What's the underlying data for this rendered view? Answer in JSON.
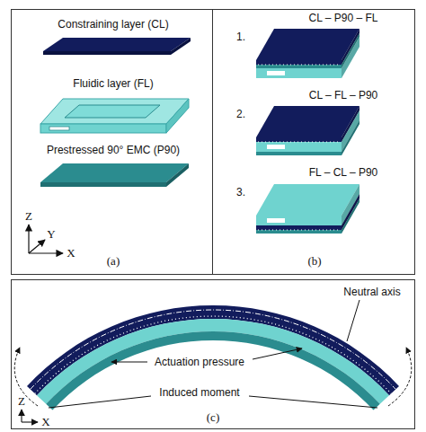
{
  "diagram": {
    "labels": [
      "Constraining layer (CL)",
      "Fluidic layer (FL)",
      "Prestressed 90° EMC (P90)",
      "Z",
      "Y",
      "X",
      "(a)",
      "1.",
      "CL – P90 – FL",
      "2.",
      "CL – FL – P90",
      "3.",
      "FL – CL – P90",
      "(b)",
      "Neutral axis",
      "Actuation pressure",
      "Induced moment",
      "Z",
      "X",
      "(c)"
    ]
  }
}
